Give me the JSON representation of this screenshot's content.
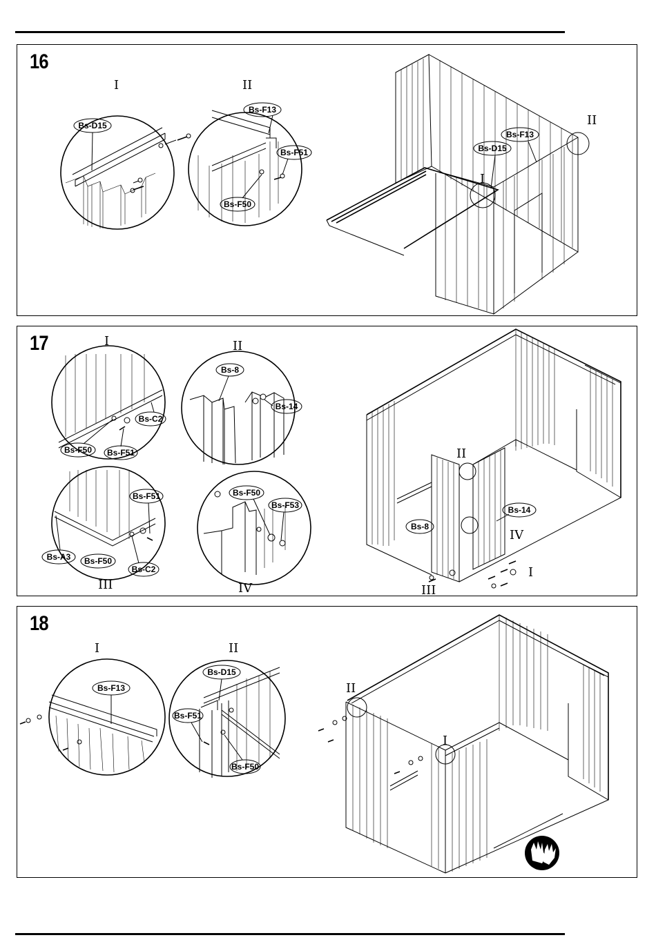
{
  "steps": [
    {
      "number": "16",
      "details": [
        {
          "roman": "I",
          "labels": [
            "Bs-D15"
          ]
        },
        {
          "roman": "II",
          "labels": [
            "Bs-F13",
            "Bs-F51",
            "Bs-F50"
          ]
        }
      ],
      "main": {
        "labels": [
          "Bs-F13",
          "Bs-D15"
        ],
        "romans": [
          "I",
          "II"
        ]
      }
    },
    {
      "number": "17",
      "details": [
        {
          "roman": "I",
          "labels": [
            "Bs-C2",
            "Bs-F50",
            "Bs-F51"
          ]
        },
        {
          "roman": "II",
          "labels": [
            "Bs-8",
            "Bs-14"
          ]
        },
        {
          "roman": "III",
          "labels": [
            "Bs-F51",
            "Bs-A3",
            "Bs-F50",
            "Bs-C2"
          ]
        },
        {
          "roman": "IV",
          "labels": [
            "Bs-F50",
            "Bs-F53"
          ]
        }
      ],
      "main": {
        "labels": [
          "Bs-14",
          "Bs-8"
        ],
        "romans": [
          "II",
          "IV",
          "I",
          "III"
        ]
      }
    },
    {
      "number": "18",
      "details": [
        {
          "roman": "I",
          "labels": [
            "Bs-F13"
          ]
        },
        {
          "roman": "II",
          "labels": [
            "Bs-D15",
            "Bs-F51",
            "Bs-F50"
          ]
        }
      ],
      "main": {
        "romans": [
          "II",
          "I"
        ]
      }
    }
  ],
  "icons": [
    "gloves-icon"
  ]
}
